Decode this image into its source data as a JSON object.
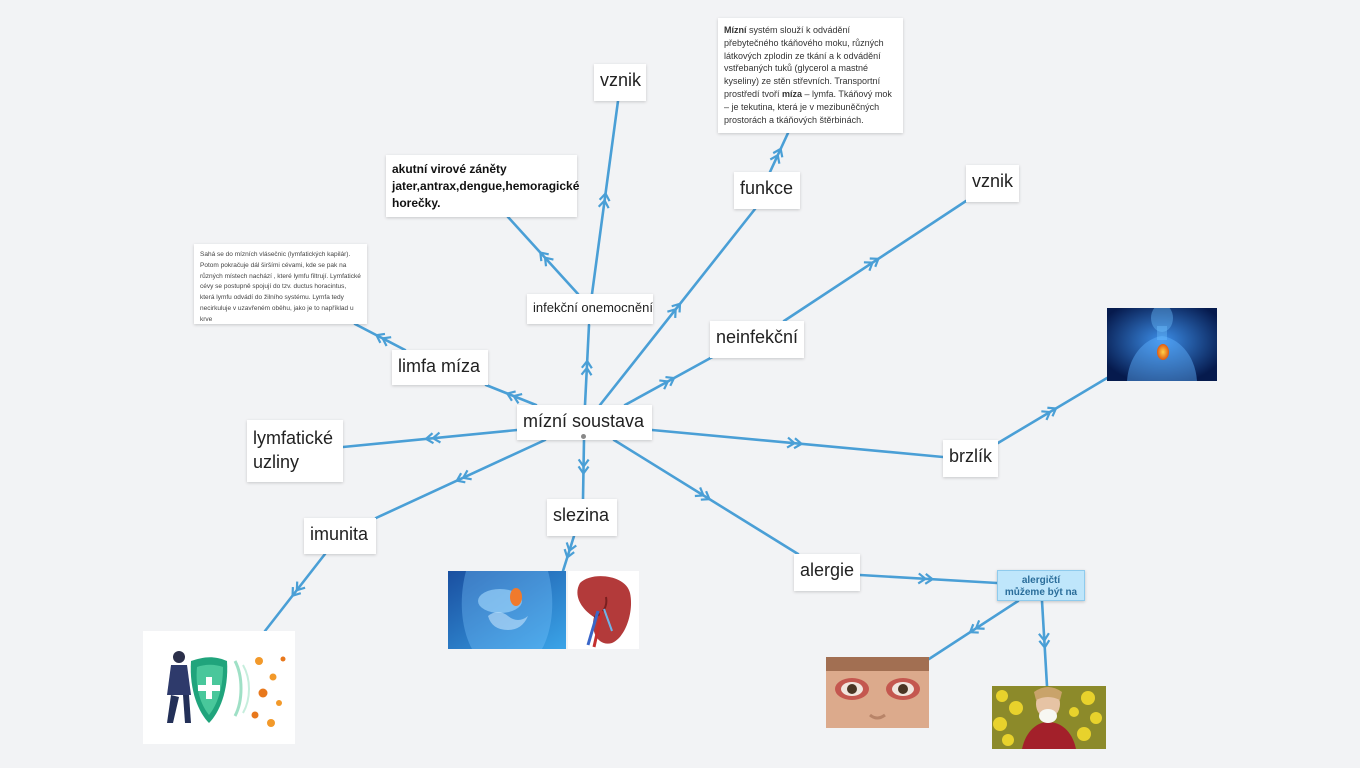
{
  "center": "mízní soustava",
  "nodes": {
    "infekcni": "infekční onemocnění",
    "vznik_top": "vznik",
    "funkce": "funkce",
    "vznik_right": "vznik",
    "neinfekcni": "neinfekční",
    "limfa": "limfa míza",
    "uzliny": "lymfatické uzliny",
    "imunita": "imunita",
    "slezina": "slezina",
    "brzlik": "brzlík",
    "alergie": "alergie",
    "alergicti": "alergičtí můžeme být na"
  },
  "notes": {
    "viral": "akutní virové záněty jater,antrax,dengue,hemoragické horečky.",
    "lymph": "Sahá se do mízních vlásečnic (lymfatických kapilár). Potom pokračuje dál širšími cévami, kde se pak na různých místech nachází , které lymfu filtrují. Lymfatické cévy se postupně spojují do tzv. ductus horacintus, která lymfu odvádí do žilního systému. Lymfa tedy necirkuluje v uzavřeném oběhu, jako je to například u krve",
    "function_bold1": "Mízní",
    "function_part1": " systém slouží k odvádění přebytečného tkáňového moku, různých látkových zplodin ze tkání a k odvádění vstřebaných tuků (glycerol a mastné kyseliny) ze stěn střevních. Transportní prostředí tvoří ",
    "function_bold2": "míza",
    "function_part2": " – lymfa. Tkáňový mok – je tekutina, která je v mezibuněčných prostorách a tkáňových štěrbinách."
  },
  "colors": {
    "edge": "#4a9fd6",
    "background": "#f2f3f5",
    "allergy_fill": "#bfe6fb"
  },
  "images": [
    "thymus-image",
    "digestive-organs-image",
    "spleen-image",
    "immunity-shield-image",
    "red-eyes-image",
    "sneezing-person-image"
  ]
}
